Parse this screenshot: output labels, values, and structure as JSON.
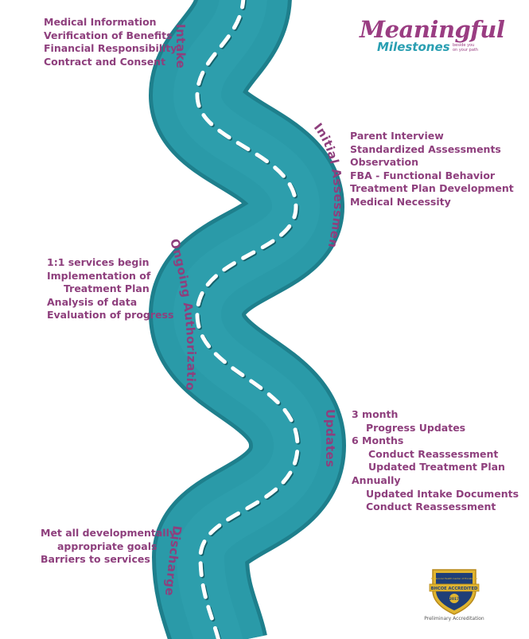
{
  "colors": {
    "road": "#2a9aa8",
    "road_edge": "#1e7f8c",
    "lane_marks": "#ffffff",
    "text": "#8e3f7d",
    "logo_purple": "#9a3d82",
    "logo_teal": "#2a9fb2"
  },
  "logo": {
    "name": "Meaningful",
    "subname": "Milestones",
    "tagline": "beside you on your path"
  },
  "stages": [
    {
      "title": "Intake",
      "items": [
        "Medical Information",
        "Verification of Benefits",
        "Financial Responsibility",
        "Contract and Consent"
      ]
    },
    {
      "title": "Initial Assessment",
      "items": [
        "Parent Interview",
        "Standardized Assessments",
        "Observation",
        "FBA - Functional Behavior",
        "Treatment Plan Development",
        "Medical Necessity"
      ]
    },
    {
      "title": "Ongoing Authorization",
      "items": [
        "1:1 services begin",
        "Implementation of",
        "Treatment Plan",
        "Analysis of data",
        "Evaluation of progress"
      ]
    },
    {
      "title": "Updates",
      "items": [
        "3 month",
        "Progress Updates",
        "6 Months",
        "Conduct Reassessment",
        "Updated Treatment Plan",
        "Annually",
        "Updated Intake Documents",
        "Conduct Reassessment"
      ]
    },
    {
      "title": "Discharge",
      "items": [
        "Met all developmentally",
        "appropriate goals",
        "Barriers to services"
      ]
    }
  ],
  "badge": {
    "ribbon": "BHCOE ACCREDITED",
    "arc_text": "Behavioral Health Center of Excellence",
    "year": "2017",
    "caption": "Preliminary Accreditation"
  }
}
